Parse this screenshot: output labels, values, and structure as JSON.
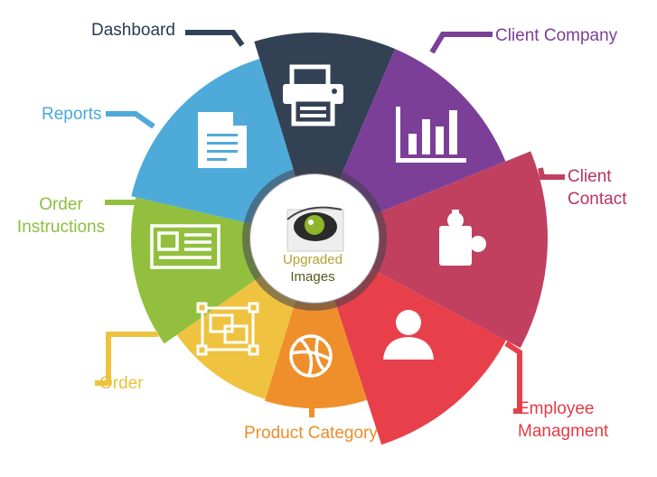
{
  "diagram": {
    "center": {
      "line1": "Upgraded",
      "line2": "Images"
    },
    "segments": [
      {
        "id": "dashboard",
        "label": "Dashboard",
        "color": "#334155",
        "icon": "printer-icon"
      },
      {
        "id": "client-company",
        "label": "Client Company",
        "color": "#7b3f98",
        "icon": "bar-chart-icon"
      },
      {
        "id": "client-contact",
        "label": "Client\nContact",
        "color": "#c1405f",
        "icon": "puzzle-icon"
      },
      {
        "id": "employee",
        "label": "Employee\nManagment",
        "color": "#e8404a",
        "icon": "user-icon"
      },
      {
        "id": "product-category",
        "label": "Product Category",
        "color": "#ef8f2b",
        "icon": "basketball-icon"
      },
      {
        "id": "order",
        "label": "Order",
        "color": "#efc340",
        "icon": "object-group-icon"
      },
      {
        "id": "order-instructions",
        "label": "Order\nInstructions",
        "color": "#92c03e",
        "icon": "newspaper-icon"
      },
      {
        "id": "reports",
        "label": "Reports",
        "color": "#4eaad9",
        "icon": "document-icon"
      }
    ]
  }
}
